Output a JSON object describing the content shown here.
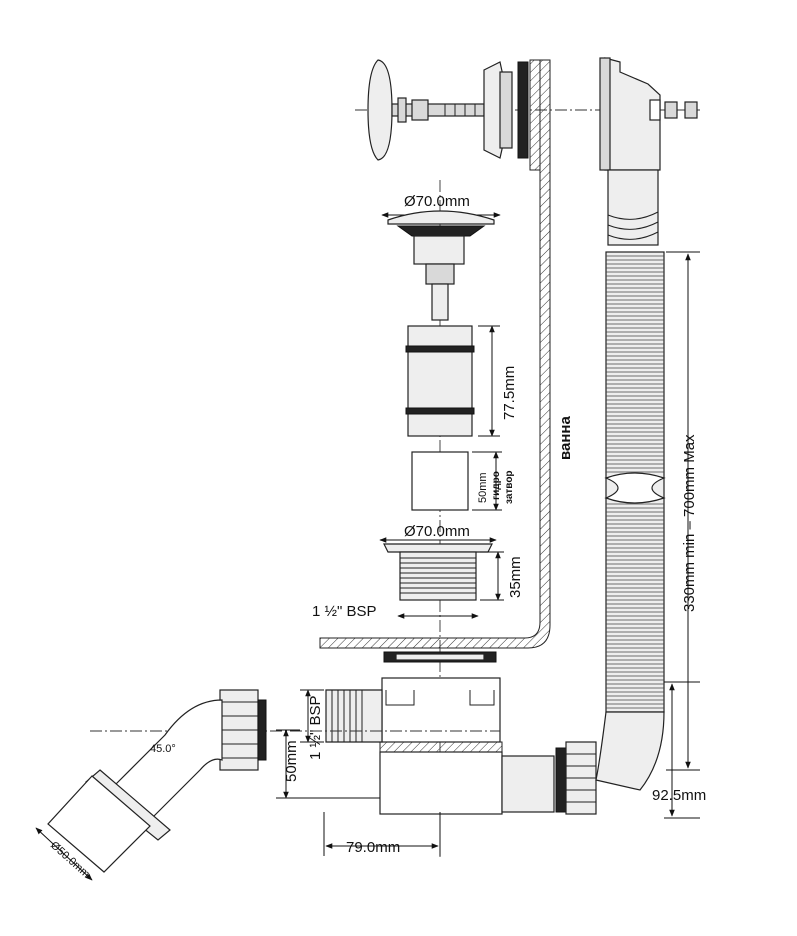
{
  "labels": {
    "cap_diameter": "Ø70.0mm",
    "flange_diameter": "Ø70.0mm",
    "height_77": "77.5mm",
    "height_50": "50mm",
    "water_seal_line1": "гидро",
    "water_seal_line2": "затвор",
    "height_35": "35mm",
    "thread_main": "1 ½\" BSP",
    "thread_side": "1 ½\" BSP",
    "height_50_side": "50mm",
    "bath": "ванна",
    "hose_length": "330mm min – 700mm Max",
    "hose_offset": "92.5mm",
    "outlet_offset": "79.0mm",
    "angle": "45.0°",
    "pipe_diameter": "Ø50.0mm"
  },
  "colors": {
    "line": "#222222",
    "fill": "#d9d9d9",
    "fill_light": "#eeeeee",
    "dark": "#222222"
  }
}
